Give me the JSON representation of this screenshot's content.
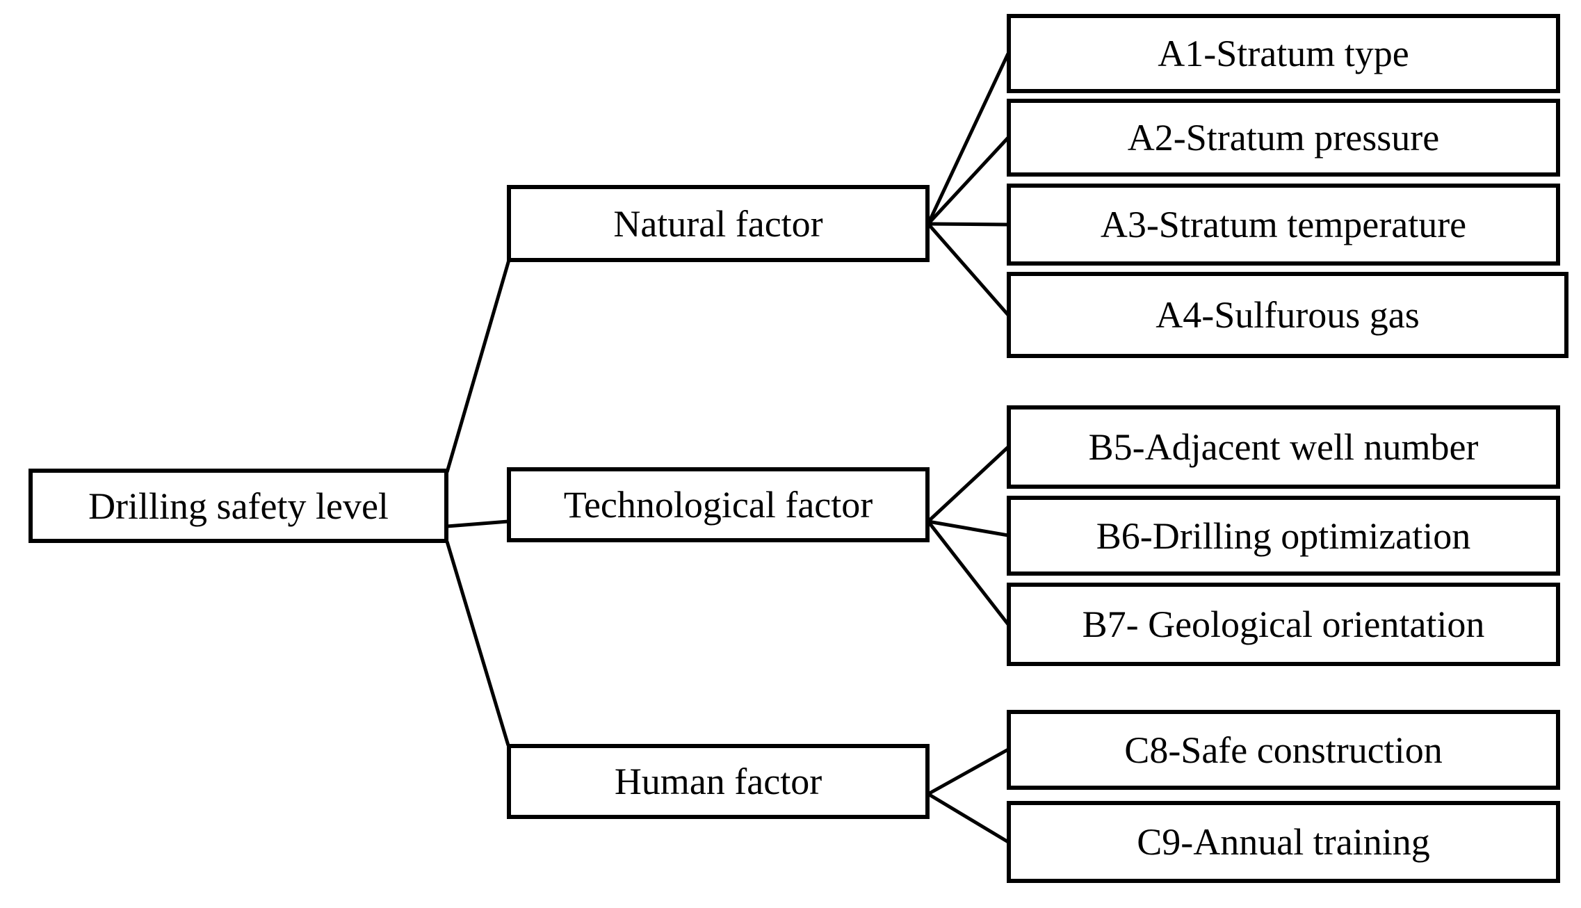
{
  "diagram": {
    "type": "hierarchy-tree",
    "orientation": "left-to-right",
    "root": {
      "id": "root",
      "label": "Drilling safety level"
    },
    "groups": [
      {
        "id": "natural",
        "label": "Natural factor",
        "children": [
          "A1-Stratum type",
          "A2-Stratum pressure",
          "A3-Stratum temperature",
          "A4-Sulfurous gas"
        ]
      },
      {
        "id": "technological",
        "label": "Technological factor",
        "children": [
          "B5-Adjacent well number",
          "B6-Drilling optimization",
          "B7- Geological orientation"
        ]
      },
      {
        "id": "human",
        "label": "Human factor",
        "children": [
          "C8-Safe construction",
          "C9-Annual training"
        ]
      }
    ],
    "colors": {
      "background": "#ffffff",
      "box_border": "#000000",
      "connector_line": "#000000",
      "text": "#000000"
    }
  }
}
